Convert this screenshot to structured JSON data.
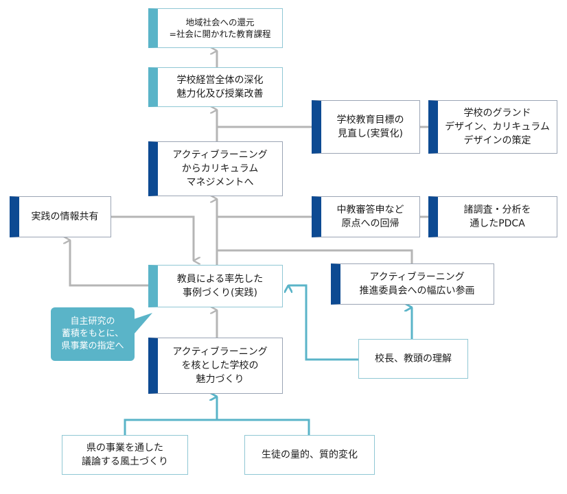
{
  "boxes": {
    "community_return": "地域社会への還元\n=社会に開かれた教育課程",
    "deepening": "学校経営全体の深化\n魅力化及び授業改善",
    "goal_review": "学校教育目標の\n見直し(実質化)",
    "grand_design": "学校のグランド\nデザイン、カリキュラム\nデザインの策定",
    "curriculum_mgmt": "アクティブラーニング\nからカリキュラム\nマネジメントへ",
    "info_sharing": "実践の情報共有",
    "council_report": "中教審答申など\n原点への回帰",
    "pdca": "諸調査・分析を\n通したPDCA",
    "committee": "アクティブラーニング\n推進委員会への幅広い参画",
    "teacher_practice": "教員による率先した\n事例づくり(実践)",
    "principal": "校長、教頭の理解",
    "attractiveness": "アクティブラーニング\nを核とした学校の\n魅力づくり",
    "prefecture_culture": "県の事業を通した\n議論する風土づくり",
    "student_change": "生徒の量的、質的変化"
  },
  "callout": "自主研究の\n蓄積をもとに、\n県事業の指定へ",
  "colors": {
    "navy_accent": "#0d4a92",
    "teal_accent": "#5ab4c8",
    "gray_arrow": "#b5b5b5",
    "teal_arrow": "#5ab4c8"
  }
}
